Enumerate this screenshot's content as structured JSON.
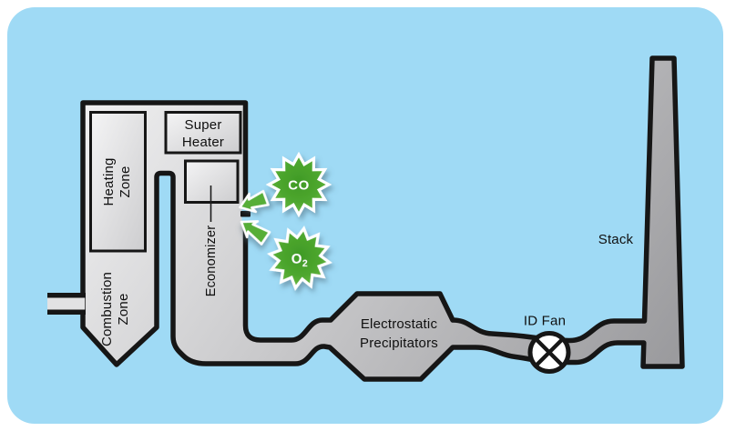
{
  "boiler": {
    "heating_zone_line1": "Heating",
    "heating_zone_line2": "Zone",
    "combustion_zone_line1": "Combustion",
    "combustion_zone_line2": "Zone",
    "super_heater_line1": "Super",
    "super_heater_line2": "Heater",
    "economizer_label": "Economizer"
  },
  "gas_badges": {
    "co_label": "CO",
    "o2_base": "O",
    "o2_subscript": "2"
  },
  "downstream": {
    "precipitator_line1": "Electrostatic",
    "precipitator_line2": "Precipitators",
    "id_fan_label": "ID Fan",
    "stack_label": "Stack"
  },
  "colors": {
    "panel_blue": "#9FDAF5",
    "outline_black": "#161616",
    "badge_green": "#4EA72E",
    "arrow_green": "#56AE37",
    "equipment_gray_light": "#ECECED",
    "equipment_gray_dark": "#A0A0A2"
  }
}
